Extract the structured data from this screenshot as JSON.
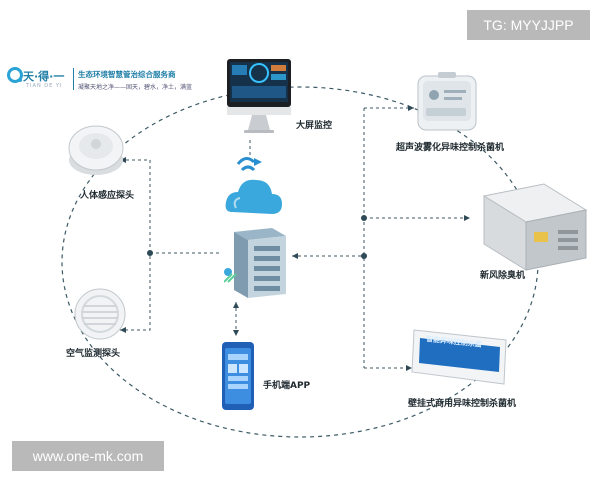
{
  "watermark_top": "TG: MYYJJPP",
  "watermark_bottom": "www.one-mk.com",
  "logo": {
    "brand": "天·得·一",
    "pinyin": "TIAN DE YI",
    "title": "生态环境智慧管治综合服务商",
    "tagline": "凝聚天地之净——固天，碧水，净土，满蓝"
  },
  "labels": {
    "big_screen": "大屏监控",
    "ultrasonic": "超声波雾化异味控制杀菌机",
    "body_sensor": "人体感应探头",
    "fresh_air": "新风除臭机",
    "air_monitor": "空气监测探头",
    "mobile_app": "手机端APP",
    "wall_mounted": "壁挂式商用异味控制杀菌机"
  },
  "device_screen_text": "智能异味控制杀菌",
  "colors": {
    "accent": "#1f7fa6",
    "connector": "#2e4a56",
    "cloud": "#3aa8dc",
    "watermark_bg": "#b9b9b9"
  }
}
